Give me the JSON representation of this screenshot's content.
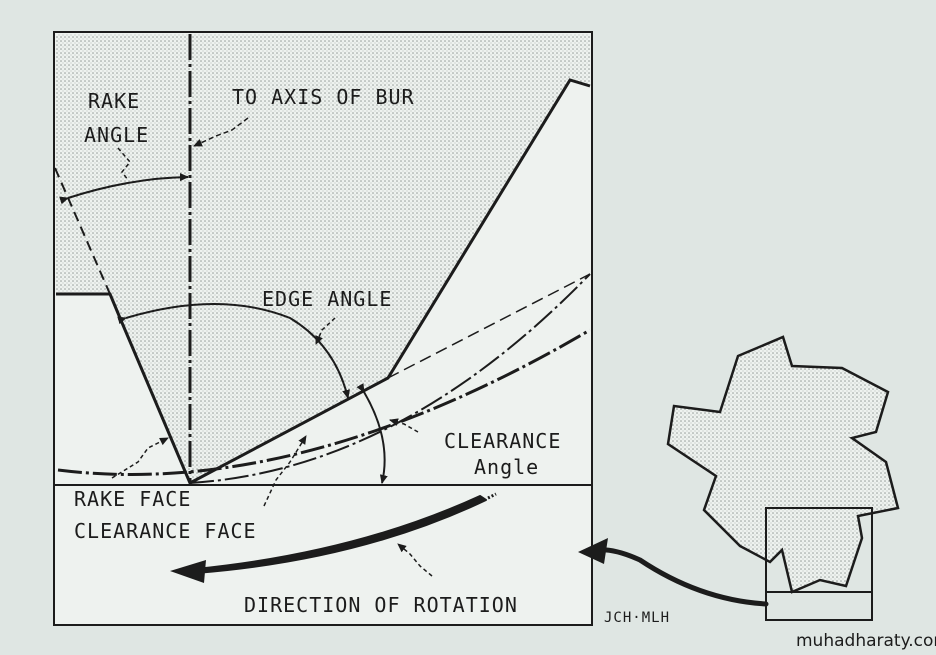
{
  "labels": {
    "rake": "RAKE",
    "angle": "ANGLE",
    "to_axis_of_bur": "TO AXIS OF BUR",
    "edge_angle": "EDGE ANGLE",
    "clearance": "CLEARANCE",
    "clearance_angle_word": "Angle",
    "rake_face": "RAKE FACE",
    "clearance_face": "CLEARANCE FACE",
    "direction_of_rotation": "DIRECTION OF ROTATION",
    "signature": "JCH·MLH",
    "watermark": "muhadharaty.com"
  },
  "colors": {
    "background": "#dfe6e3",
    "panel": "#eef2ef",
    "ink": "#1c1c1c",
    "stipple": "#8e9692"
  }
}
